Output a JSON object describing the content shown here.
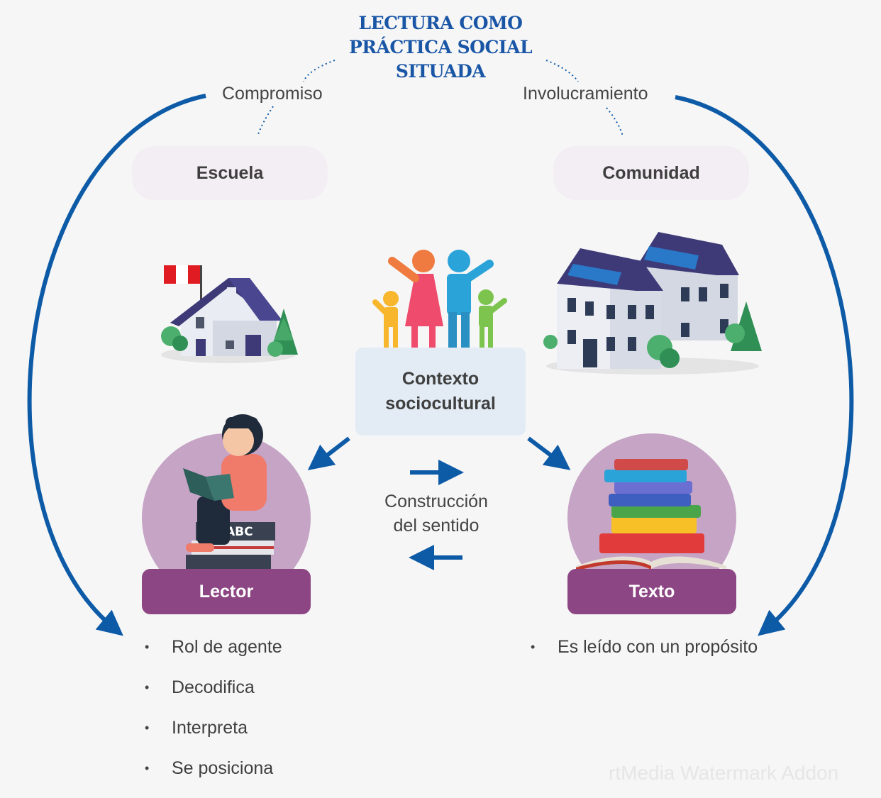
{
  "title_lines": [
    "LECTURA COMO",
    "PRÁCTICA SOCIAL",
    "SITUADA"
  ],
  "left_connector_label": "Compromiso",
  "right_connector_label": "Involucramiento",
  "escuela_label": "Escuela",
  "comunidad_label": "Comunidad",
  "context_lines": [
    "Contexto",
    "sociocultural"
  ],
  "construction_lines": [
    "Construcción",
    "del sentido"
  ],
  "lector_label": "Lector",
  "texto_label": "Texto",
  "lector_bullets": [
    "Rol de agente",
    "Decodifica",
    "Interpreta",
    "Se posiciona"
  ],
  "texto_bullets": [
    "Es leído con un propósito"
  ],
  "bullet_symbol": "•",
  "book_cover_text": "ABC",
  "watermark": "rtMedia Watermark Addon",
  "colors": {
    "title": "#1a56a6",
    "arrow": "#0d5aa7",
    "tag": "#8c4683",
    "circle": "#c6a4c5",
    "pill": "#f3eef3",
    "context_box": "#e3ecf5"
  }
}
